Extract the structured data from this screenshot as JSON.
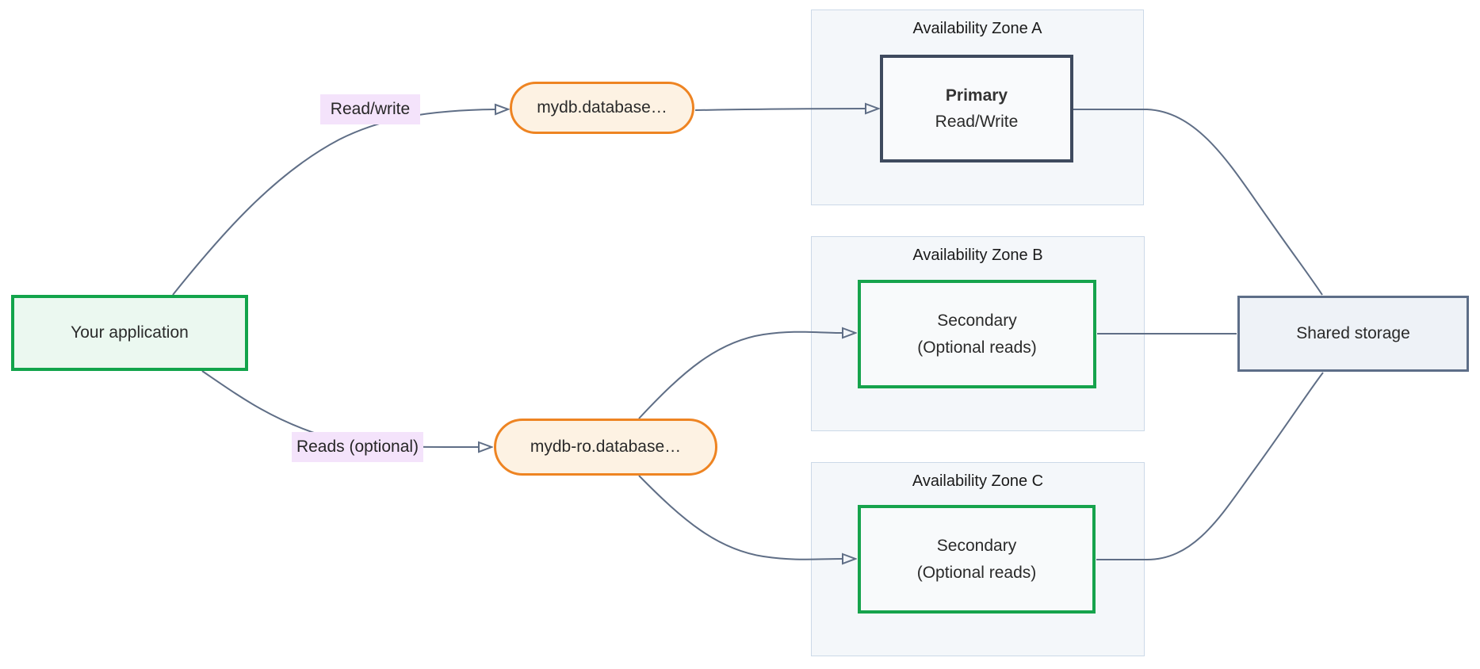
{
  "diagram": {
    "application": {
      "label": "Your application"
    },
    "edge_labels": {
      "read_write": "Read/write",
      "reads_optional": "Reads (optional)"
    },
    "endpoints": {
      "writer": "mydb.database…",
      "reader": "mydb-ro.database…"
    },
    "zones": [
      {
        "title": "Availability Zone A",
        "node_title": "Primary",
        "node_subtitle": "Read/Write"
      },
      {
        "title": "Availability Zone B",
        "node_title": "Secondary",
        "node_subtitle": "(Optional reads)"
      },
      {
        "title": "Availability Zone C",
        "node_title": "Secondary",
        "node_subtitle": "(Optional reads)"
      }
    ],
    "storage": {
      "label": "Shared storage"
    },
    "colors": {
      "app_border": "#12a44b",
      "app_fill": "#ebf8f0",
      "primary_border": "#3e4a5e",
      "secondary_border": "#16a34c",
      "endpoint_border": "#ee8422",
      "endpoint_fill": "#fdf2e3",
      "edge_label_bg": "#f4e3fb",
      "zone_fill": "#f4f7fa",
      "zone_border": "#ccd9e8",
      "storage_border": "#5d6e88",
      "storage_fill": "#eef2f7",
      "connector": "#5f6e86"
    }
  }
}
